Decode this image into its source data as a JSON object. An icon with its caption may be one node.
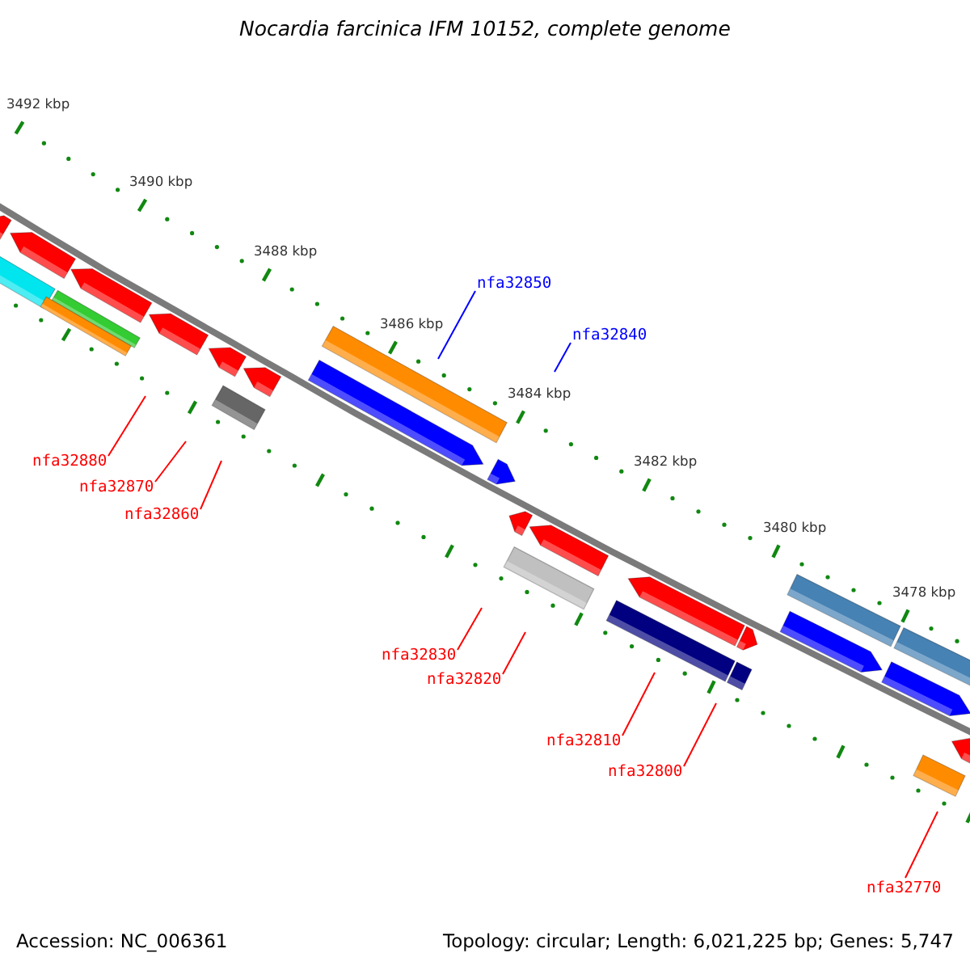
{
  "diagram": {
    "title": "Nocardia farcinica IFM 10152, complete genome",
    "nodes": [
      {
        "text": [
          "nfa32850"
        ]
      },
      {
        "text": [
          "nfa32840"
        ]
      },
      {
        "text": [
          "nfa32880"
        ]
      },
      {
        "text": [
          "nfa32870"
        ]
      },
      {
        "text": [
          "nfa32860"
        ]
      },
      {
        "text": [
          "nfa32830"
        ]
      },
      {
        "text": [
          "nfa32820"
        ]
      },
      {
        "text": [
          "nfa32810"
        ]
      },
      {
        "text": [
          "nfa32800"
        ]
      },
      {
        "text": [
          "nfa32770"
        ]
      }
    ],
    "edges": [
      {
        "from": 0,
        "to": null,
        "arrow": "none",
        "color": "#0000ff"
      },
      {
        "from": 1,
        "to": null,
        "arrow": "none",
        "color": "#0000ff"
      },
      {
        "from": 2,
        "to": null,
        "arrow": "none"
      },
      {
        "from": 3,
        "to": null,
        "arrow": "none"
      },
      {
        "from": 4,
        "to": null,
        "arrow": "none"
      },
      {
        "from": 5,
        "to": null,
        "arrow": "none"
      },
      {
        "from": 6,
        "to": null,
        "arrow": "none"
      },
      {
        "from": 7,
        "to": null,
        "arrow": "none"
      },
      {
        "from": 8,
        "to": null,
        "arrow": "none"
      },
      {
        "from": 9,
        "to": null,
        "arrow": "none"
      }
    ],
    "labels": [
      "3492 kbp",
      "3490 kbp",
      "3488 kbp",
      "3486 kbp",
      "3484 kbp",
      "3482 kbp",
      "3480 kbp",
      "3478 kbp",
      "Accession: NC_006361",
      "Topology: circular; Length: 6,021,225 bp; Genes: 5,747"
    ]
  }
}
